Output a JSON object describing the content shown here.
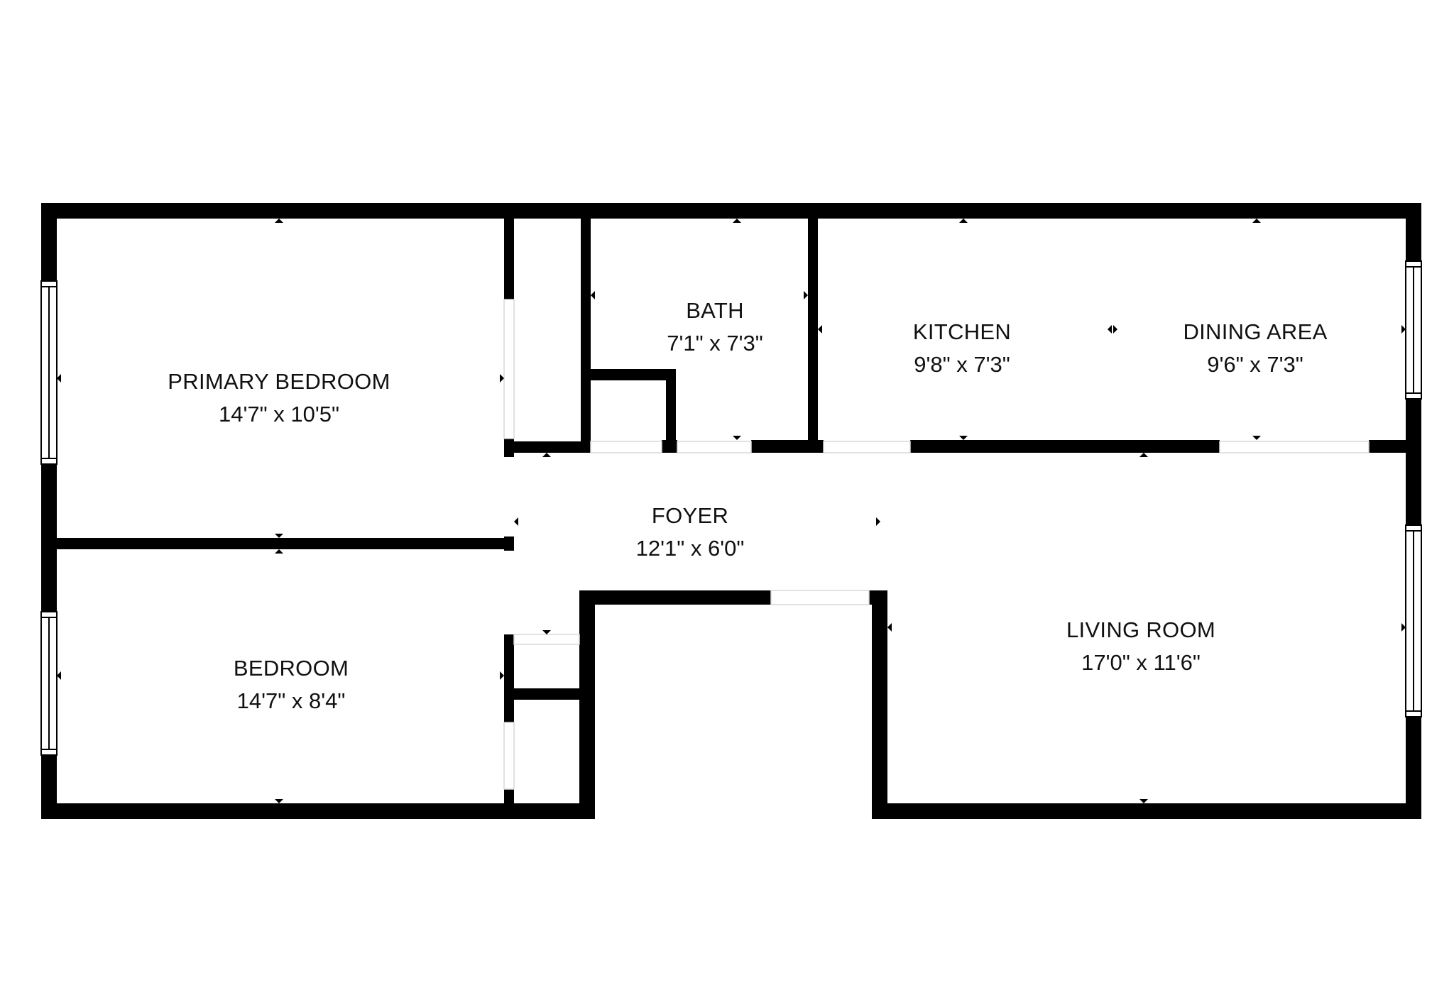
{
  "floorplan": {
    "rooms": [
      {
        "id": "primary-bedroom",
        "name": "PRIMARY BEDROOM",
        "dimensions": "14'7\" x 10'5\""
      },
      {
        "id": "bedroom",
        "name": "BEDROOM",
        "dimensions": "14'7\" x 8'4\""
      },
      {
        "id": "bath",
        "name": "BATH",
        "dimensions": "7'1\" x 7'3\""
      },
      {
        "id": "kitchen",
        "name": "KITCHEN",
        "dimensions": "9'8\" x 7'3\""
      },
      {
        "id": "dining-area",
        "name": "DINING AREA",
        "dimensions": "9'6\" x 7'3\""
      },
      {
        "id": "foyer",
        "name": "FOYER",
        "dimensions": "12'1\" x 6'0\""
      },
      {
        "id": "living-room",
        "name": "LIVING ROOM",
        "dimensions": "17'0\" x 11'6\""
      }
    ]
  }
}
